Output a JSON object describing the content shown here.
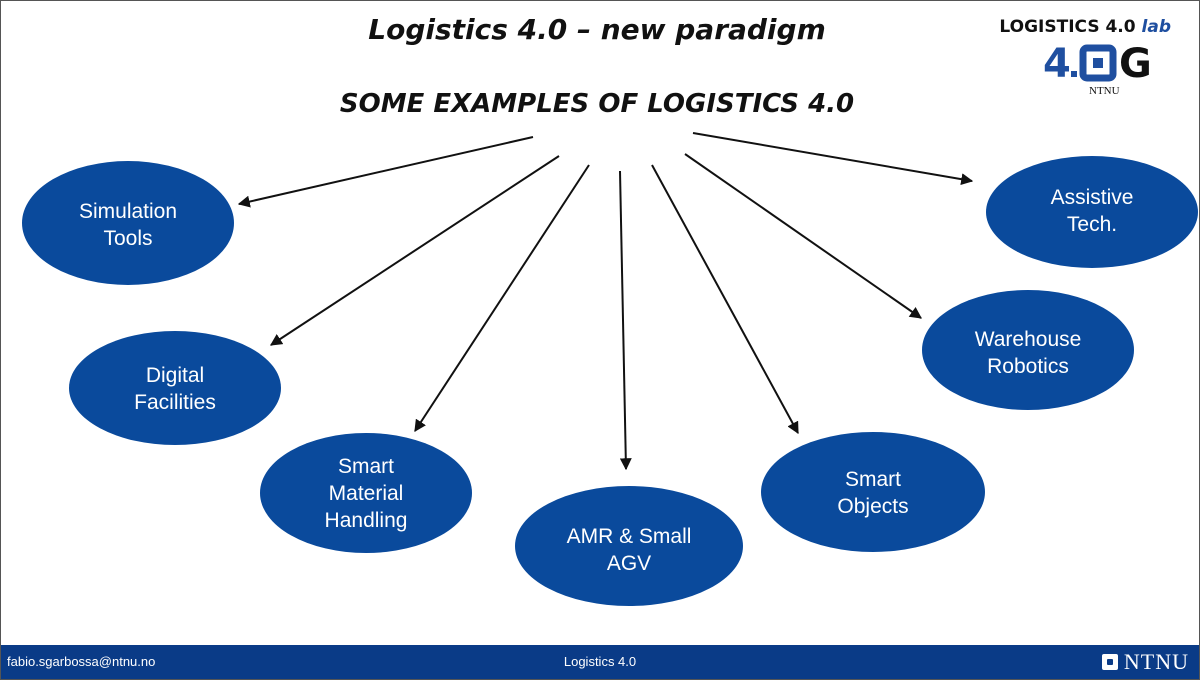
{
  "slide": {
    "title": "Logistics 4.0 – new paradigm",
    "subtitle": "SOME EXAMPLES OF LOGISTICS 4.0"
  },
  "logo": {
    "line_main": "LOGISTICS 4.0",
    "line_lab": "lab",
    "mark_left": "4",
    "mark_right": "G",
    "mark_sub": "NTNU"
  },
  "colors": {
    "node_fill": "#0a4a9c",
    "arrow": "#111111",
    "footer_bg": "#0a3b87"
  },
  "nodes": [
    {
      "id": "simulation-tools",
      "lines": [
        "Simulation",
        "Tools"
      ]
    },
    {
      "id": "digital-facilities",
      "lines": [
        "Digital",
        "Facilities"
      ]
    },
    {
      "id": "smart-material-handling",
      "lines": [
        "Smart",
        "Material",
        "Handling"
      ]
    },
    {
      "id": "amr-small-agv",
      "lines": [
        "AMR & Small",
        "AGV"
      ]
    },
    {
      "id": "smart-objects",
      "lines": [
        "Smart",
        "Objects"
      ]
    },
    {
      "id": "warehouse-robotics",
      "lines": [
        "Warehouse",
        "Robotics"
      ]
    },
    {
      "id": "assistive-tech",
      "lines": [
        "Assistive",
        "Tech."
      ]
    }
  ],
  "footer": {
    "email": "fabio.sgarbossa@ntnu.no",
    "center": "Logistics 4.0",
    "brand": "NTNU"
  }
}
